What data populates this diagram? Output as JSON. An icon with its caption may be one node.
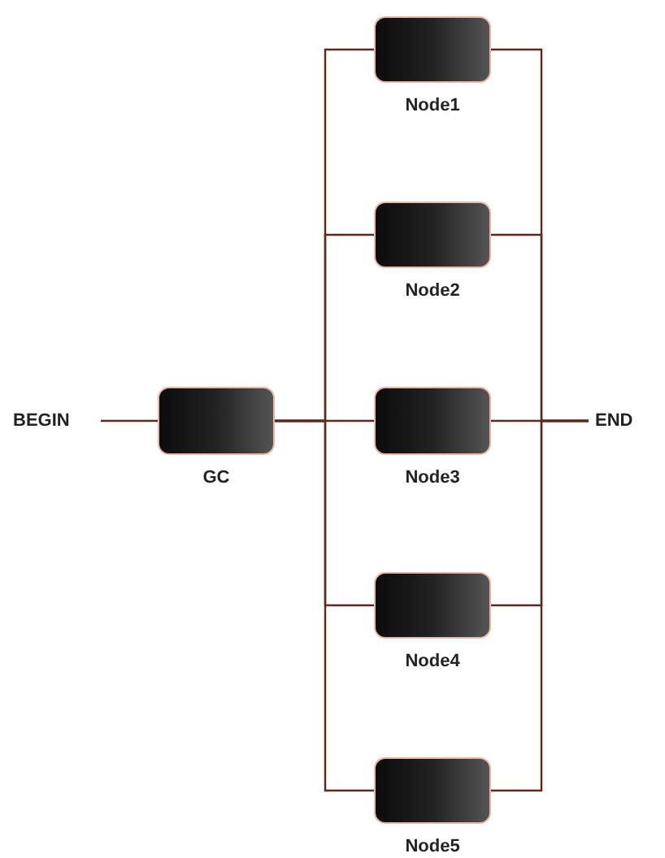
{
  "diagram": {
    "nodes": [
      {
        "text": [
          "BEGIN"
        ]
      },
      {
        "text": [
          "GC"
        ]
      },
      {
        "text": [
          "Node1"
        ]
      },
      {
        "text": [
          "Node2"
        ]
      },
      {
        "text": [
          "Node3"
        ]
      },
      {
        "text": [
          "Node4"
        ]
      },
      {
        "text": [
          "Node5"
        ]
      },
      {
        "text": [
          "END"
        ]
      }
    ],
    "edges": [
      {
        "from": 0,
        "to": 1,
        "arrow": "none"
      },
      {
        "from": 1,
        "to": 2,
        "arrow": "none"
      },
      {
        "from": 1,
        "to": 3,
        "arrow": "none"
      },
      {
        "from": 1,
        "to": 4,
        "arrow": "none"
      },
      {
        "from": 1,
        "to": 5,
        "arrow": "none"
      },
      {
        "from": 1,
        "to": 6,
        "arrow": "none"
      },
      {
        "from": 2,
        "to": 7,
        "arrow": "none"
      },
      {
        "from": 3,
        "to": 7,
        "arrow": "none"
      },
      {
        "from": 4,
        "to": 7,
        "arrow": "none"
      },
      {
        "from": 5,
        "to": 7,
        "arrow": "none"
      },
      {
        "from": 6,
        "to": 7,
        "arrow": "none"
      }
    ]
  }
}
